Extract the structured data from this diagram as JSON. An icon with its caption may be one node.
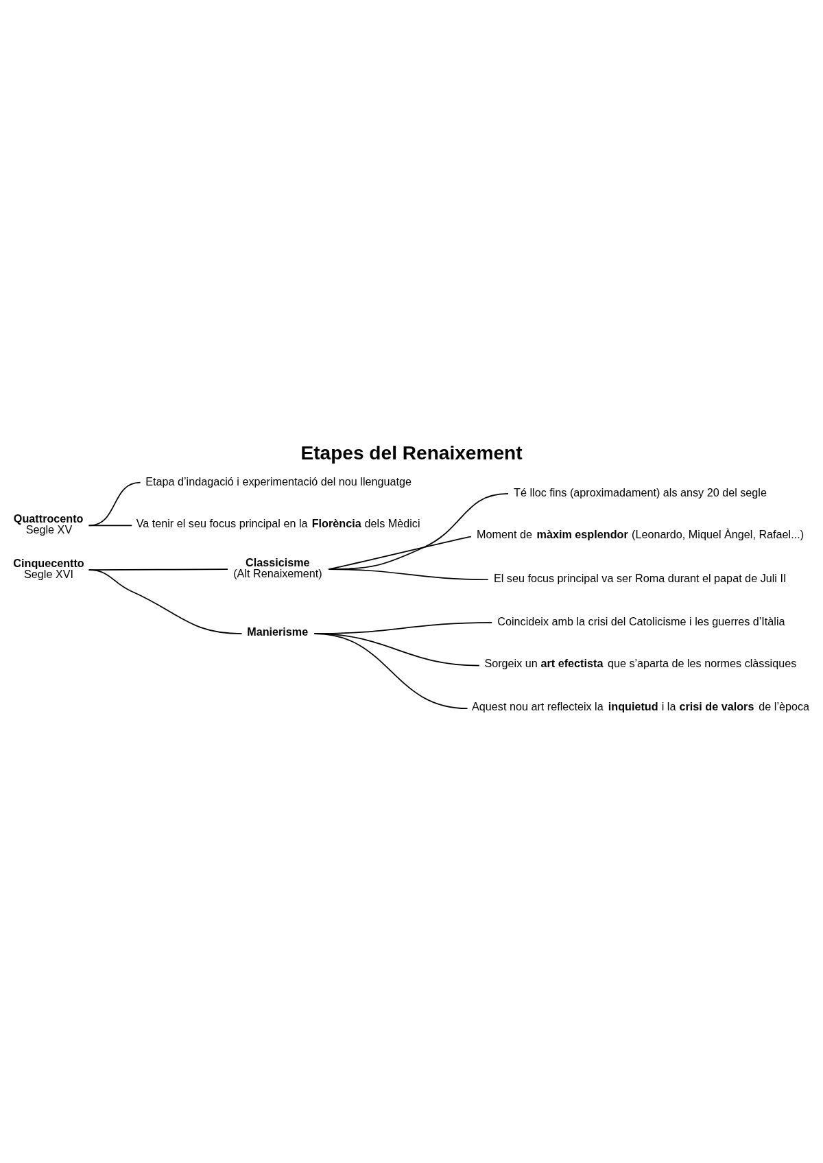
{
  "diagram": {
    "title": "Etapes del Renaixement",
    "nodes": [
      {
        "text": [
          "Quattrocento",
          "Segle XV"
        ]
      },
      {
        "text": [
          "Etapa d’indagació i experimentació del nou llenguatge"
        ]
      },
      {
        "text": [
          "Va tenir el seu focus principal en la **Florència** dels Mèdici"
        ]
      },
      {
        "text": [
          "Cinquecentto",
          "Segle XVI"
        ]
      },
      {
        "text": [
          "Classicisme",
          "(Alt Renaixement)"
        ]
      },
      {
        "text": [
          "Té lloc fins (aproximadament) als ansy 20 del segle"
        ]
      },
      {
        "text": [
          "Moment de **màxim esplendor** (Leonardo, Miquel Àngel, Rafael...)"
        ]
      },
      {
        "text": [
          "El seu focus principal va ser Roma durant el papat de Juli II"
        ]
      },
      {
        "text": [
          "Manierisme"
        ]
      },
      {
        "text": [
          "Coincideix amb la crisi del Catolicisme i les guerres d’Itàlia"
        ]
      },
      {
        "text": [
          "Sorgeix un **art efectista** que s’aparta de les normes clàssiques"
        ]
      },
      {
        "text": [
          "Aquest nou art reflecteix la **inquietud** i la **crisi de valors** de l’època"
        ]
      }
    ],
    "edges": [
      {
        "from": 0,
        "to": 1,
        "arrow": "none"
      },
      {
        "from": 0,
        "to": 2,
        "arrow": "none"
      },
      {
        "from": 3,
        "to": 4,
        "arrow": "none"
      },
      {
        "from": 3,
        "to": 8,
        "arrow": "none"
      },
      {
        "from": 4,
        "to": 5,
        "arrow": "none"
      },
      {
        "from": 4,
        "to": 6,
        "arrow": "none"
      },
      {
        "from": 4,
        "to": 7,
        "arrow": "none"
      },
      {
        "from": 8,
        "to": 9,
        "arrow": "none"
      },
      {
        "from": 8,
        "to": 10,
        "arrow": "none"
      },
      {
        "from": 8,
        "to": 11,
        "arrow": "none"
      }
    ]
  }
}
